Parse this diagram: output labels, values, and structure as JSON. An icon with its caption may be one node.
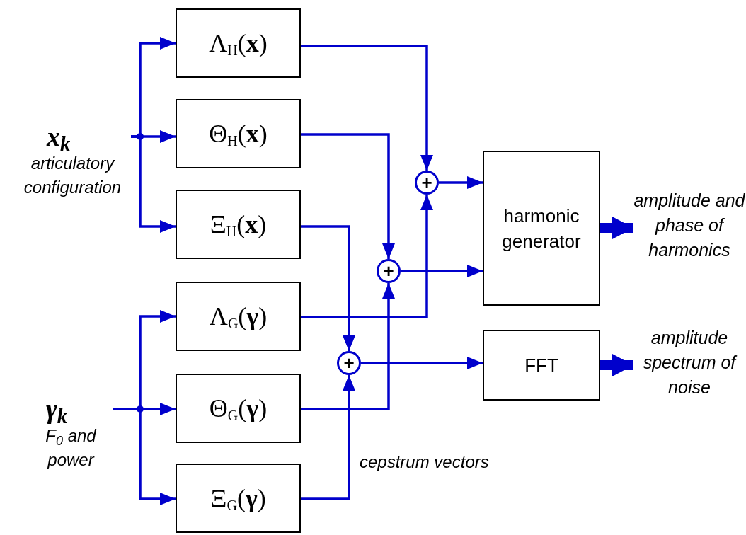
{
  "diagram": {
    "nodes": [
      {
        "text": [
          "x$_{k}$",
          "articulatory configuration"
        ]
      },
      {
        "text": [
          "Λ$_{H}$(**x**)"
        ]
      },
      {
        "text": [
          "Θ$_{H}$(**x**)"
        ]
      },
      {
        "text": [
          "Ξ$_{H}$(**x**)"
        ]
      },
      {
        "text": [
          "Λ$_{G}$(**γ**)"
        ]
      },
      {
        "text": [
          "Θ$_{G}$(**γ**)"
        ]
      },
      {
        "text": [
          "Ξ$_{G}$(**γ**)"
        ]
      },
      {
        "text": [
          "γ$_{k}$",
          "F$_{0}$ and power"
        ]
      },
      {
        "text": [
          "+"
        ]
      },
      {
        "text": [
          "+"
        ]
      },
      {
        "text": [
          "+"
        ]
      },
      {
        "text": [
          "harmonic generator"
        ]
      },
      {
        "text": [
          "FFT"
        ]
      },
      {
        "text": [
          "amplitude and phase of harmonics"
        ]
      },
      {
        "text": [
          "amplitude spectrum of noise"
        ]
      }
    ],
    "edges": [
      {
        "from": 0,
        "to": 1,
        "arrow": "to"
      },
      {
        "from": 0,
        "to": 2,
        "arrow": "to"
      },
      {
        "from": 0,
        "to": 3,
        "arrow": "to"
      },
      {
        "from": 7,
        "to": 4,
        "arrow": "to"
      },
      {
        "from": 7,
        "to": 5,
        "arrow": "to"
      },
      {
        "from": 7,
        "to": 6,
        "arrow": "to"
      },
      {
        "from": 1,
        "to": 8,
        "arrow": "to"
      },
      {
        "from": 4,
        "to": 8,
        "arrow": "to"
      },
      {
        "from": 2,
        "to": 9,
        "arrow": "to"
      },
      {
        "from": 5,
        "to": 9,
        "arrow": "to"
      },
      {
        "from": 3,
        "to": 10,
        "arrow": "to"
      },
      {
        "from": 6,
        "to": 10,
        "arrow": "to"
      },
      {
        "from": 8,
        "to": 11,
        "arrow": "to"
      },
      {
        "from": 9,
        "to": 11,
        "arrow": "to"
      },
      {
        "from": 10,
        "to": 12,
        "arrow": "to"
      },
      {
        "from": 11,
        "to": 13,
        "arrow": "to",
        "style": "thick"
      },
      {
        "from": 12,
        "to": 14,
        "arrow": "to",
        "style": "thick"
      }
    ],
    "labels": [
      "cepstrum vectors"
    ]
  }
}
